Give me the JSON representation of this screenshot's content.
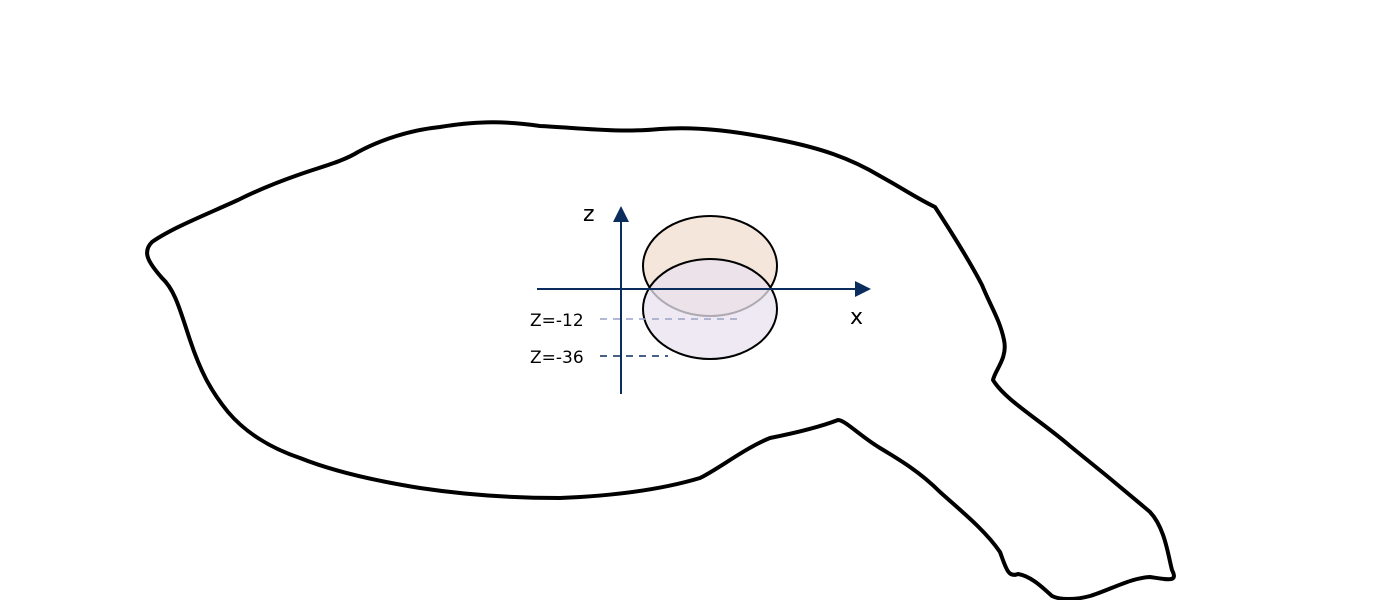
{
  "diagram": {
    "axes": {
      "z_label": "z",
      "x_label": "x"
    },
    "levels": [
      {
        "label": "Z=-12"
      },
      {
        "label": "Z=-36"
      }
    ],
    "colors": {
      "outline": "#000000",
      "axis": "#0b2d5e",
      "upper_ellipse_fill": "#f4e6da",
      "lower_ellipse_fill": "#ece6f0",
      "level_line_light": "#9aa2c6",
      "level_line_dark": "#0b2d5e"
    }
  }
}
